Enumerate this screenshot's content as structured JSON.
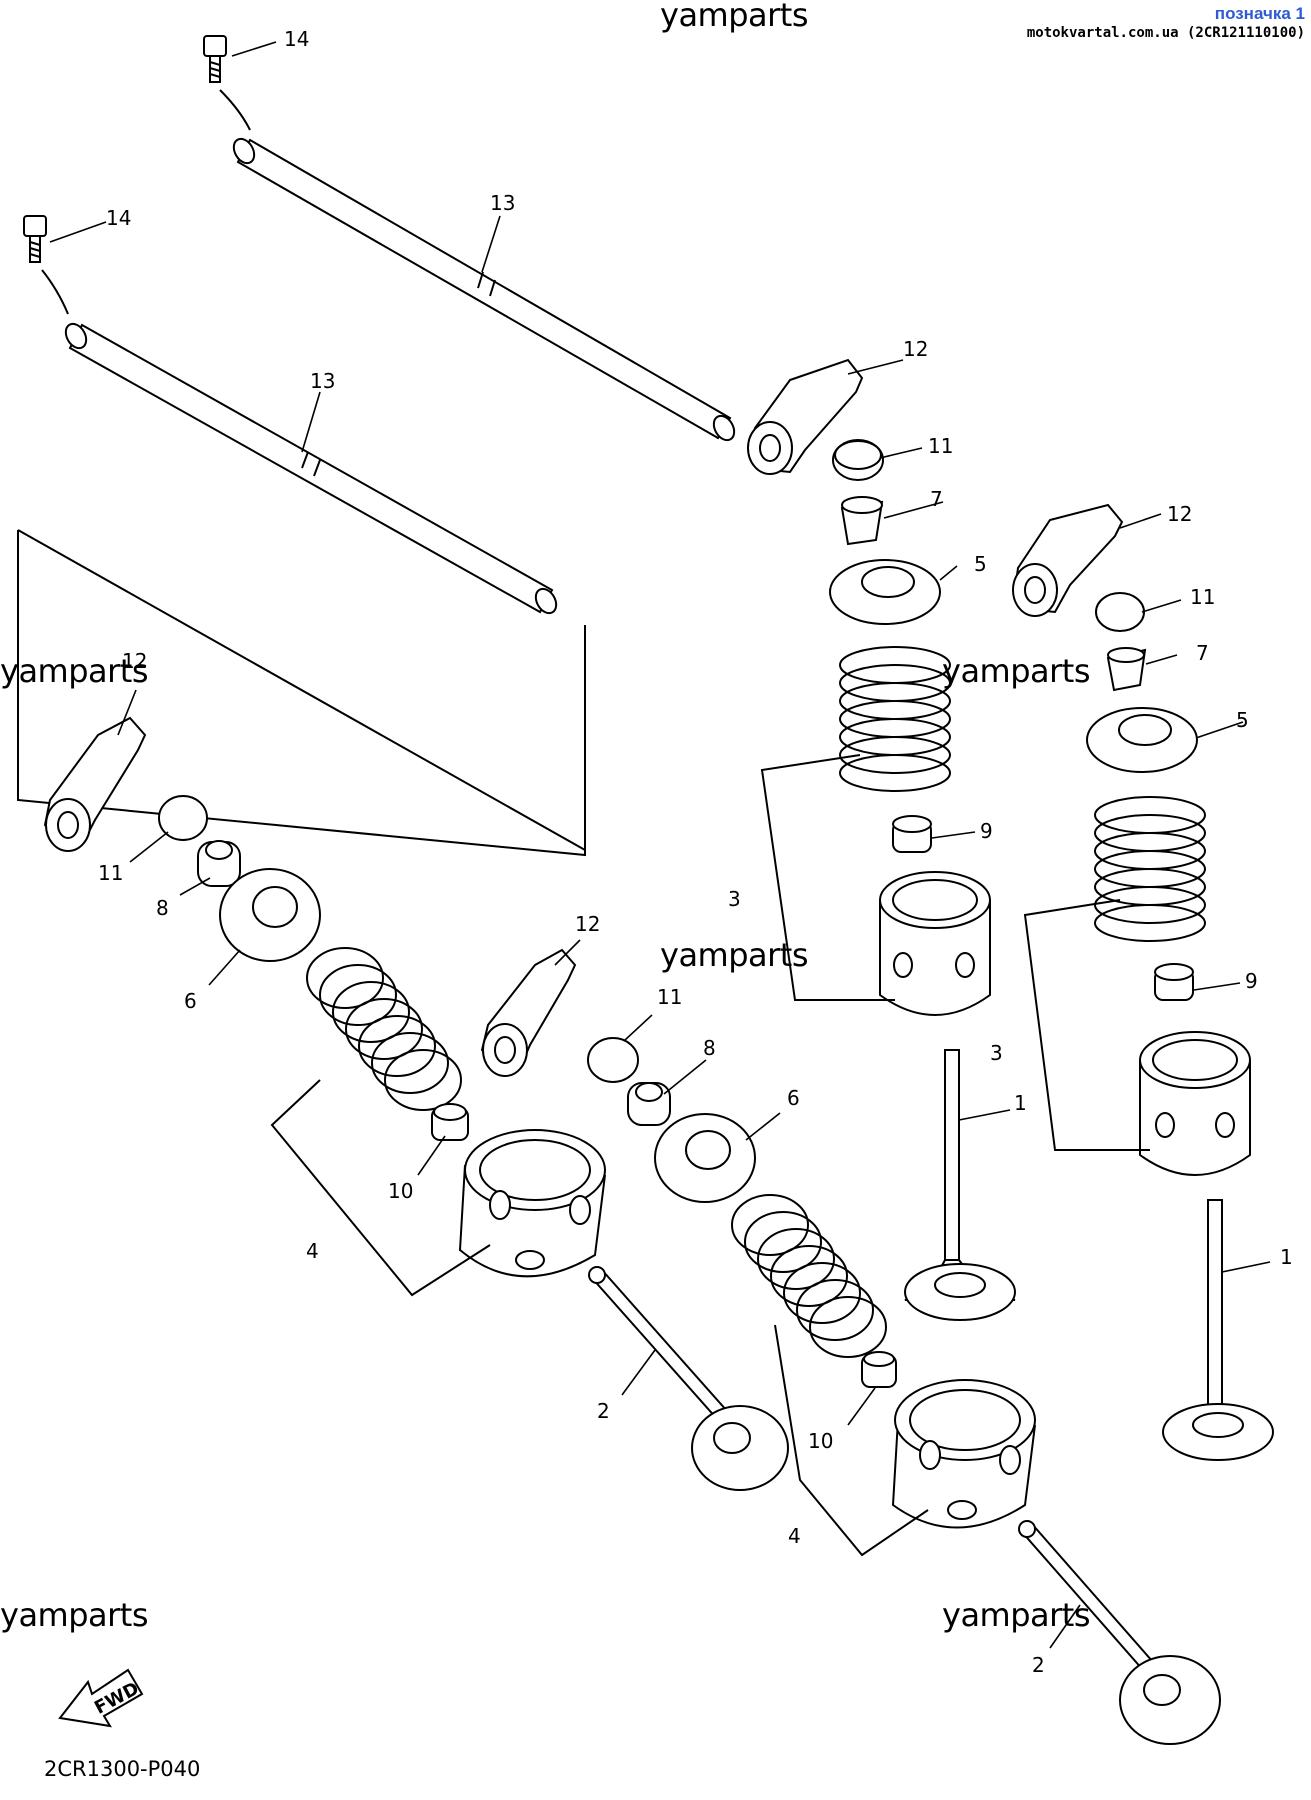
{
  "header": {
    "tag": "позначка 1",
    "site": "motokvartal.com.ua (2CR121110100)"
  },
  "watermarks": [
    "yamparts",
    "yamparts",
    "yamparts",
    "yamparts",
    "yamparts",
    "yamparts"
  ],
  "diagram_code": "2CR1300-P040",
  "fwd_label": "FWD",
  "callouts": [
    "14",
    "14",
    "13",
    "13",
    "12",
    "11",
    "7",
    "5",
    "12",
    "11",
    "7",
    "5",
    "9",
    "3",
    "12",
    "11",
    "8",
    "6",
    "12",
    "11",
    "8",
    "6",
    "10",
    "4",
    "2",
    "1",
    "9",
    "3",
    "1",
    "10",
    "4",
    "2"
  ],
  "colors": {
    "line": "#000000",
    "background": "#ffffff",
    "tag": "#2e5bd3"
  }
}
